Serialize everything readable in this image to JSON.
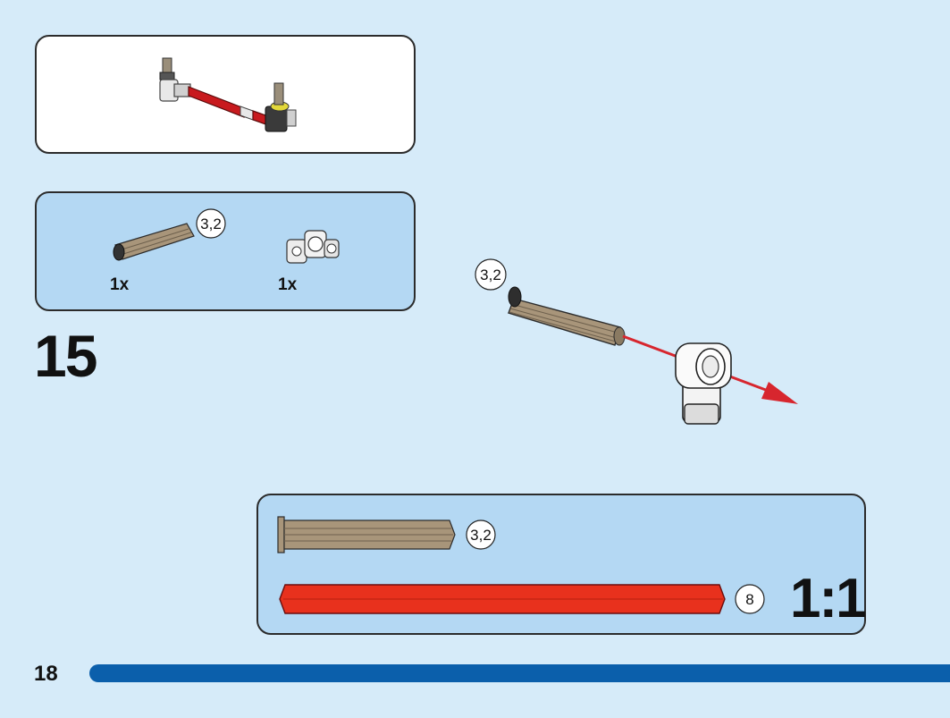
{
  "step": {
    "number": "15"
  },
  "page": {
    "number": "18"
  },
  "parts_list": [
    {
      "name": "axle",
      "length_label": "3,2",
      "quantity": "1x"
    },
    {
      "name": "axle-and-pin-connector",
      "quantity": "1x"
    }
  ],
  "assembly": {
    "axle_length_label": "3,2"
  },
  "scale_guide": {
    "ratio": "1:1",
    "items": [
      {
        "name": "axle",
        "length_label": "3,2",
        "color": "#a8957a"
      },
      {
        "name": "tube",
        "length_label": "8",
        "color": "#e8311d"
      }
    ]
  },
  "colors": {
    "background": "#d6ebf9",
    "panel_fill": "#b4d8f3",
    "accent_bar": "#0b5fab",
    "arrow": "#d7262e"
  }
}
